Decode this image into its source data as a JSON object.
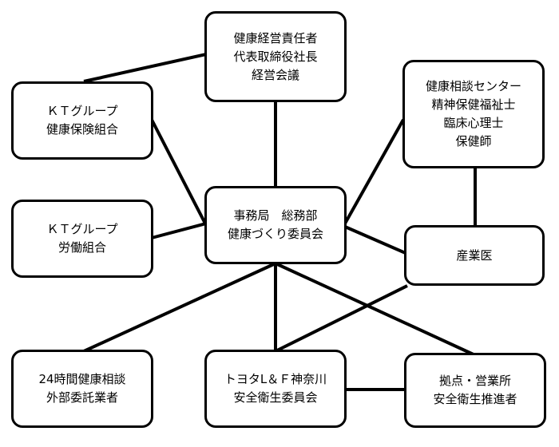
{
  "nodes": {
    "management": {
      "lines": [
        "健康経営責任者",
        "代表取締役社長",
        "経営会議"
      ]
    },
    "health_insurance": {
      "lines": [
        "ＫＴグループ",
        "健康保険組合"
      ]
    },
    "health_center": {
      "lines": [
        "健康相談センター",
        "精神保健福祉士",
        "臨床心理士",
        "保健師"
      ]
    },
    "labor_union": {
      "lines": [
        "ＫＴグループ",
        "労働組合"
      ]
    },
    "secretariat": {
      "lines": [
        "事務局　総務部",
        "健康づくり委員会"
      ]
    },
    "industrial_doctor": {
      "lines": [
        "産業医"
      ]
    },
    "consultation_24h": {
      "lines": [
        "24時間健康相談",
        "外部委託業者"
      ]
    },
    "safety_committee": {
      "lines": [
        "トヨタL＆Ｆ神奈川",
        "安全衛生委員会"
      ]
    },
    "site_promoter": {
      "lines": [
        "拠点・営業所",
        "安全衛生推進者"
      ]
    }
  },
  "colors": {
    "line": "#000000",
    "border": "#000000",
    "background": "#ffffff"
  }
}
